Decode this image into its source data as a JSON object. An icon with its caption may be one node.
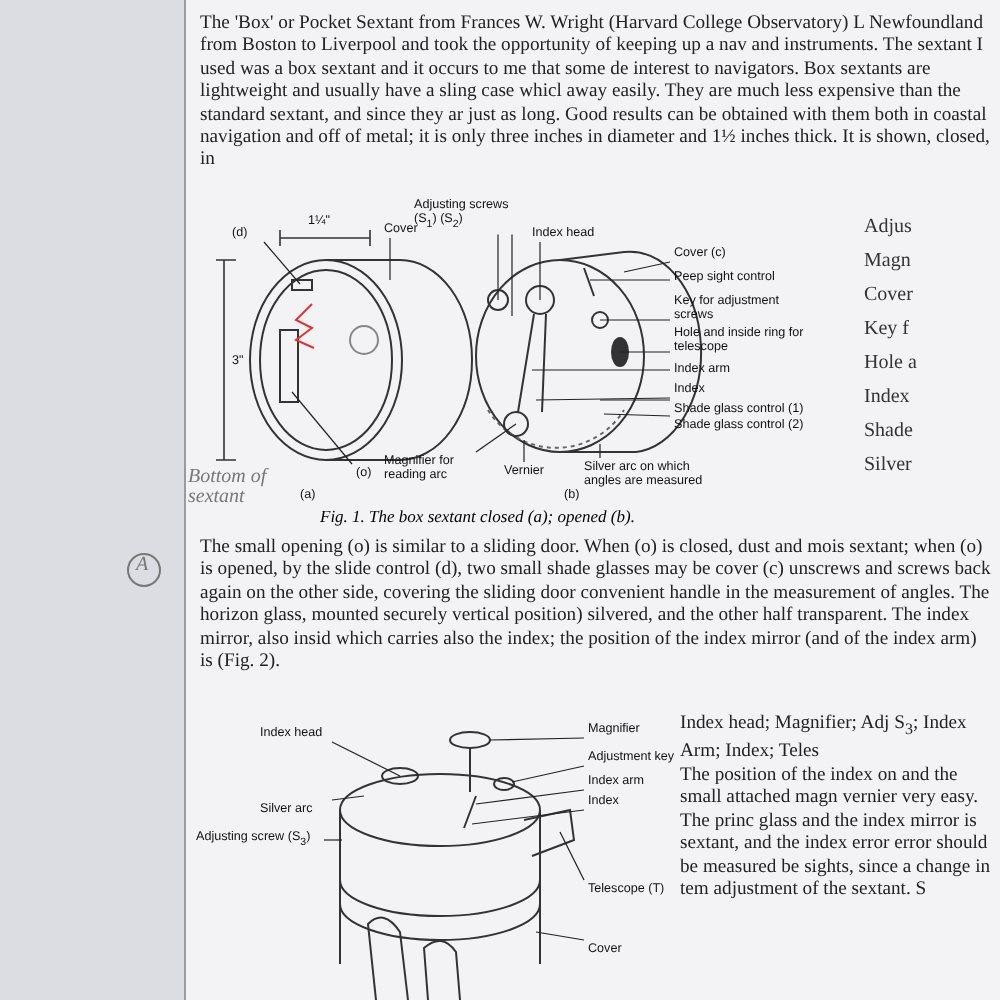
{
  "diagram": {
    "nodes": [
      {
        "text": [
          "(d)"
        ]
      },
      {
        "text": [
          "Cover"
        ]
      },
      {
        "text": [
          "(o)"
        ]
      },
      {
        "text": [
          "Adjusting screws (S$_{1}$) (S$_{2}$)"
        ]
      },
      {
        "text": [
          "Index head"
        ]
      },
      {
        "text": [
          "Cover (c)"
        ]
      },
      {
        "text": [
          "Peep sight control"
        ]
      },
      {
        "text": [
          "Key for adjustment screws"
        ]
      },
      {
        "text": [
          "Hole and inside ring for telescope"
        ]
      },
      {
        "text": [
          "Index arm"
        ]
      },
      {
        "text": [
          "Index"
        ]
      },
      {
        "text": [
          "Shade glass control (1)"
        ]
      },
      {
        "text": [
          "Shade glass control (2)"
        ]
      },
      {
        "text": [
          "Silver arc on which angles are measured"
        ]
      },
      {
        "text": [
          "Vernier"
        ]
      },
      {
        "text": [
          "Magnifier for reading arc"
        ]
      },
      {
        "text": [
          "Index head"
        ]
      },
      {
        "text": [
          "Magnifier"
        ]
      },
      {
        "text": [
          "Adjustment key"
        ]
      },
      {
        "text": [
          "Index arm"
        ]
      },
      {
        "text": [
          "Index"
        ]
      },
      {
        "text": [
          "Silver arc"
        ]
      },
      {
        "text": [
          "Adjusting screw (S$_{3}$)"
        ]
      },
      {
        "text": [
          "Telescope (T)"
        ]
      },
      {
        "text": [
          "Cover"
        ]
      },
      {
        "text": [],
        "shape": "picture"
      },
      {
        "text": [],
        "shape": "picture"
      },
      {
        "text": [],
        "shape": "picture"
      }
    ],
    "edges": [
      {
        "from": 0,
        "to": 25,
        "arrow": "none"
      },
      {
        "from": 1,
        "to": 25,
        "arrow": "none"
      },
      {
        "from": 2,
        "to": 25,
        "arrow": "none"
      },
      {
        "from": 3,
        "to": 26,
        "arrow": "none"
      },
      {
        "from": 3,
        "to": 26,
        "arrow": "none"
      },
      {
        "from": 4,
        "to": 26,
        "arrow": "none"
      },
      {
        "from": 5,
        "to": 26,
        "arrow": "none"
      },
      {
        "from": 6,
        "to": 26,
        "arrow": "none"
      },
      {
        "from": 7,
        "to": 26,
        "arrow": "none"
      },
      {
        "from": 8,
        "to": 26,
        "arrow": "none"
      },
      {
        "from": 9,
        "to": 26,
        "arrow": "none"
      },
      {
        "from": 10,
        "to": 26,
        "arrow": "none"
      },
      {
        "from": 11,
        "to": 26,
        "arrow": "none"
      },
      {
        "from": 12,
        "to": 26,
        "arrow": "none"
      },
      {
        "from": 13,
        "to": 26,
        "arrow": "none"
      },
      {
        "from": 14,
        "to": 26,
        "arrow": "none"
      },
      {
        "from": 15,
        "to": 26,
        "arrow": "none"
      },
      {
        "from": 16,
        "to": 27,
        "arrow": "none"
      },
      {
        "from": 17,
        "to": 27,
        "arrow": "none"
      },
      {
        "from": 18,
        "to": 27,
        "arrow": "none"
      },
      {
        "from": 19,
        "to": 27,
        "arrow": "none"
      },
      {
        "from": 20,
        "to": 27,
        "arrow": "none"
      },
      {
        "from": 21,
        "to": 27,
        "arrow": "none"
      },
      {
        "from": 22,
        "to": 27,
        "arrow": "none"
      },
      {
        "from": 23,
        "to": 27,
        "arrow": "none"
      },
      {
        "from": 24,
        "to": 27,
        "arrow": "none"
      }
    ],
    "labels": [
      "The 'Box' or Pocket Sextant from Frances W. Wright (Harvard College Observatory) L Newfoundland from Boston to Liverpool and took the opportunity of keeping up a nav and instruments. The sextant I used was a box sextant and it occurs to me that some de interest to navigators. Box sextants are lightweight and usually have a sling case whicl away easily. They are much less expensive than the standard sextant, and since they ar just as long. Good results can be obtained with them both in coastal navigation and off of metal; it is only three inches in diameter and 1½ inches thick. It is shown, closed, in",
      "1¼\"",
      "3\"",
      "Adjus",
      "Magn",
      "Cover",
      "Key f",
      "Hole a",
      "Index",
      "Shade",
      "Silver",
      "(a)",
      "(b)",
      "Bottom of sextant",
      "Fig. 1. The box sextant closed (a); opened (b).",
      "A",
      "The small opening (o) is similar to a sliding door. When (o) is closed, dust and mois sextant; when (o) is opened, by the slide control (d), two small shade glasses may be cover (c) unscrews and screws back again on the other side, covering the sliding door convenient handle in the measurement of angles. The horizon glass, mounted securely vertical position) silvered, and the other half transparent. The index mirror, also insid which carries also the index; the position of the index mirror (and of the index arm) is (Fig. 2).",
      "Index head; Magnifier; Adj S$_{3}$; Index Arm; Index; Teles",
      "The position of the index on and the small attached magn vernier very easy. The princ glass and the index mirror is sextant, and the index error error should be measured be sights, since a change in tem adjustment of the sextant. S"
    ]
  }
}
